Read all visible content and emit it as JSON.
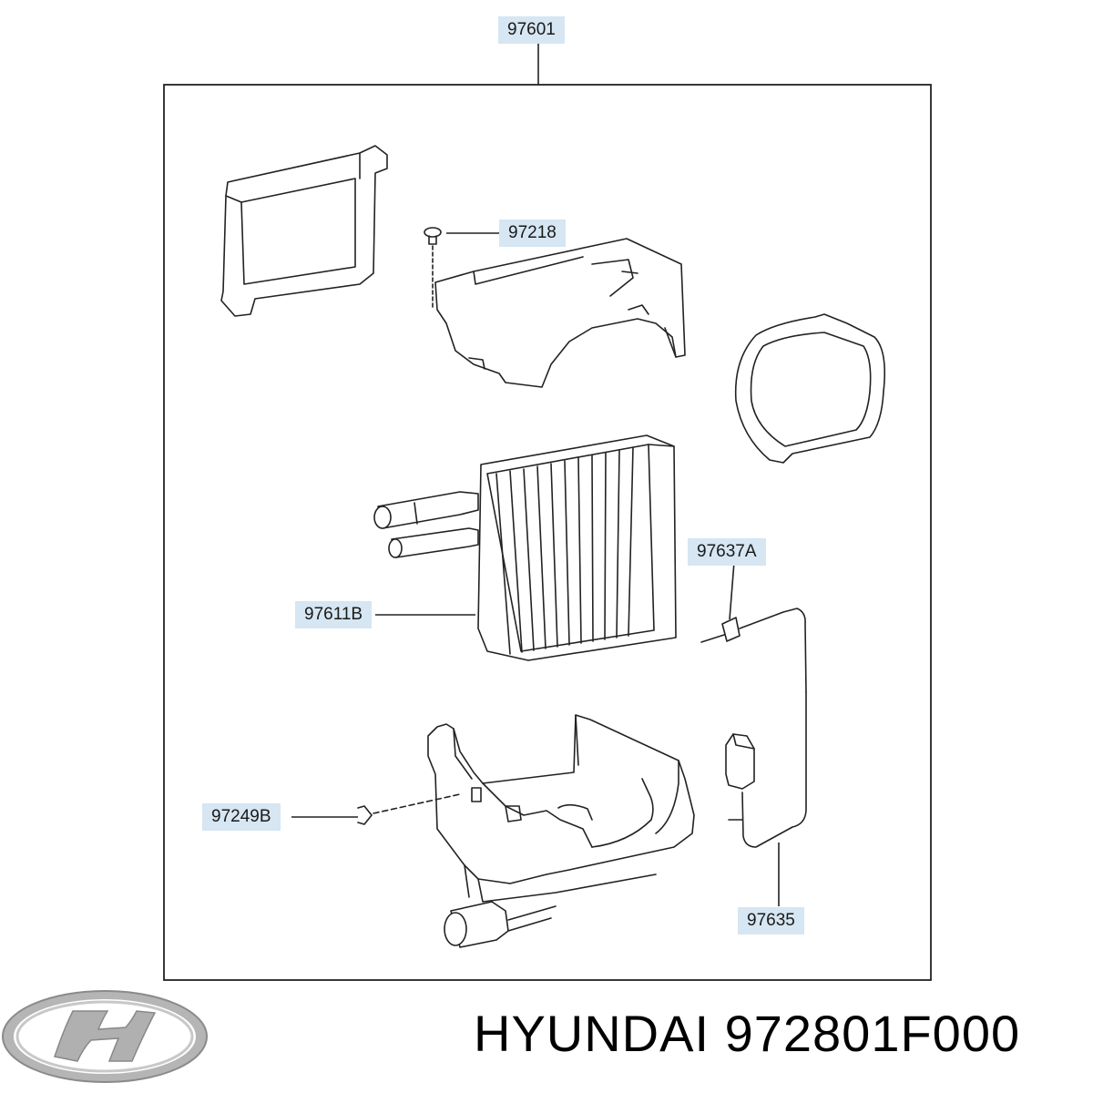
{
  "callouts": {
    "assembly": "97601",
    "screw": "97218",
    "evaporator_core": "97611B",
    "sensor_clip": "97637A",
    "clip": "97249B",
    "sensor_wire": "97635"
  },
  "footer": {
    "brand": "HYUNDAI",
    "part_number": "972801F000"
  },
  "colors": {
    "label_bg": "#d6e6f2",
    "line": "#222222",
    "logo_silver": "#a8a8a8"
  }
}
